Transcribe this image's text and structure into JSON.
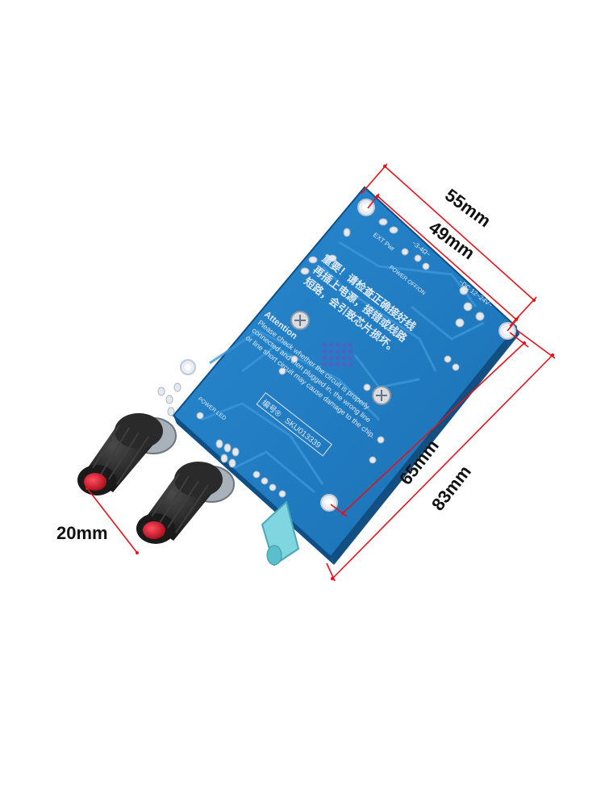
{
  "colors": {
    "background": "#ffffff",
    "pcb": "#1f7cc4",
    "pcb_dark": "#175f98",
    "pcb_edge": "#0f4f86",
    "silkscreen": "#dfe9f5",
    "dimension_line": "#e0141c",
    "knob": "#202020",
    "knob_tip": "#d61f2a",
    "audio_jack": "#7fd6e0",
    "label_text": "#111111"
  },
  "dimensions": {
    "width_outer": "55mm",
    "width_inner": "49mm",
    "length_inner": "65mm",
    "length_outer": "83mm",
    "knob_spacing": "20mm"
  },
  "board": {
    "warning_cn_1": "重要！请检查正确接好线",
    "warning_cn_2": "再插上电源，接错或线路",
    "warning_cn_3": "短路，会引致芯片损坏。",
    "attention_title": "Attention",
    "attention_line_1": "Please check whether the circuit is properly",
    "attention_line_2": "connected and then plugged in, the wrong line",
    "attention_line_3": "or line short circuit may cause damage to the chip.",
    "sku": "SKU013339",
    "sku_prefix": "编号®",
    "label_ext_pwr": "EXT Pwr",
    "label_power_switch": "POWER OFF/ON",
    "label_speaker": "~3-4Ω~",
    "label_dc": "~DC 12~24V~",
    "label_power_led": "POWER LED"
  },
  "icons": {
    "knob_left": "volume-knob",
    "knob_right": "tone-knob",
    "jack": "audio-input-jack"
  }
}
